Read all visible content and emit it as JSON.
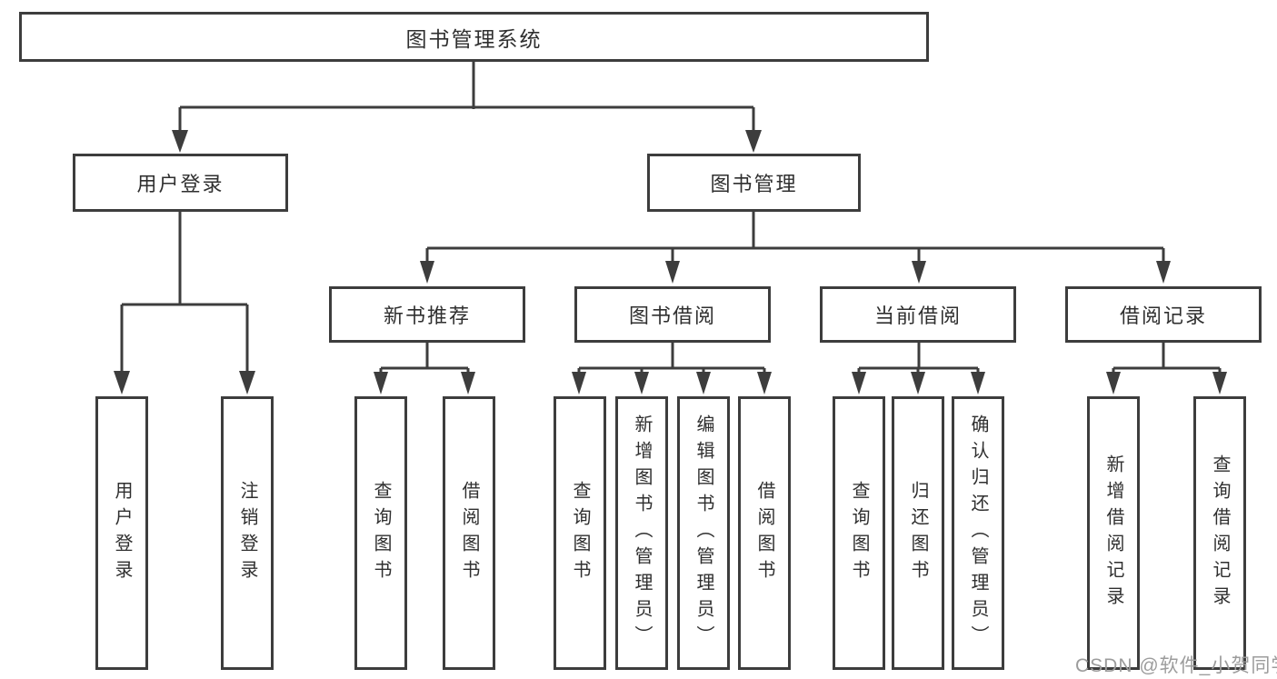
{
  "diagram": {
    "root": {
      "label": "图书管理系统"
    },
    "level2": [
      {
        "label": "用户登录"
      },
      {
        "label": "图书管理"
      }
    ],
    "level3": [
      {
        "label": "新书推荐"
      },
      {
        "label": "图书借阅"
      },
      {
        "label": "当前借阅"
      },
      {
        "label": "借阅记录"
      }
    ],
    "leaves": [
      {
        "label": "用户登录"
      },
      {
        "label": "注销登录"
      },
      {
        "label": "查询图书"
      },
      {
        "label": "借阅图书"
      },
      {
        "label": "查询图书"
      },
      {
        "label": "新增图书（管理员）"
      },
      {
        "label": "编辑图书（管理员）"
      },
      {
        "label": "借阅图书"
      },
      {
        "label": "查询图书"
      },
      {
        "label": "归还图书"
      },
      {
        "label": "确认归还（管理员）"
      },
      {
        "label": "新增借阅记录"
      },
      {
        "label": "查询借阅记录"
      }
    ],
    "colors": {
      "line": "#3d3d3d",
      "box_border": "#3d3d3d",
      "text": "#2f2f2f",
      "watermark": "#9c9c9c",
      "background": "#ffffff"
    }
  },
  "watermark": {
    "text": "CSDN @软件_小贺同学"
  }
}
